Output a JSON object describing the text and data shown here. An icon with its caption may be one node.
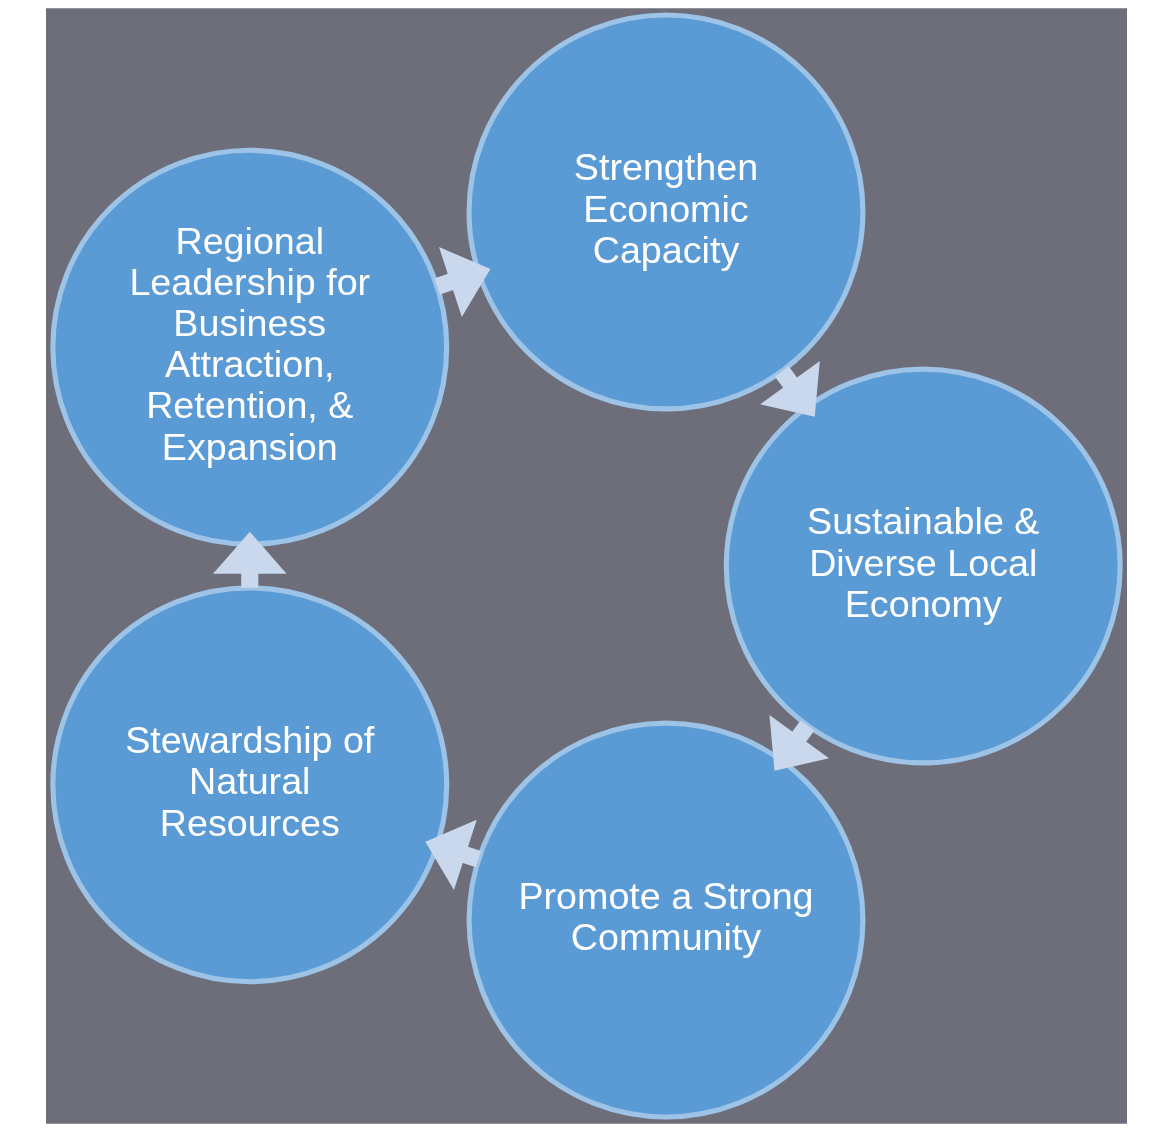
{
  "diagram": {
    "nodes": [
      {
        "text": [
          "Promote a Strong Community"
        ]
      },
      {
        "text": [
          "Stewardship of Natural Resources"
        ]
      },
      {
        "text": [
          "Regional Leadership for Business Attraction, Retention, & Expansion"
        ]
      },
      {
        "text": [
          "Strengthen Economic Capacity"
        ]
      },
      {
        "text": [
          "Sustainable & Diverse Local Economy"
        ]
      }
    ],
    "edges": [
      {
        "from": 0,
        "to": 1,
        "arrow": "to"
      },
      {
        "from": 1,
        "to": 2,
        "arrow": "to"
      },
      {
        "from": 2,
        "to": 3,
        "arrow": "to"
      },
      {
        "from": 3,
        "to": 4,
        "arrow": "to"
      },
      {
        "from": 4,
        "to": 0,
        "arrow": "to"
      }
    ]
  }
}
